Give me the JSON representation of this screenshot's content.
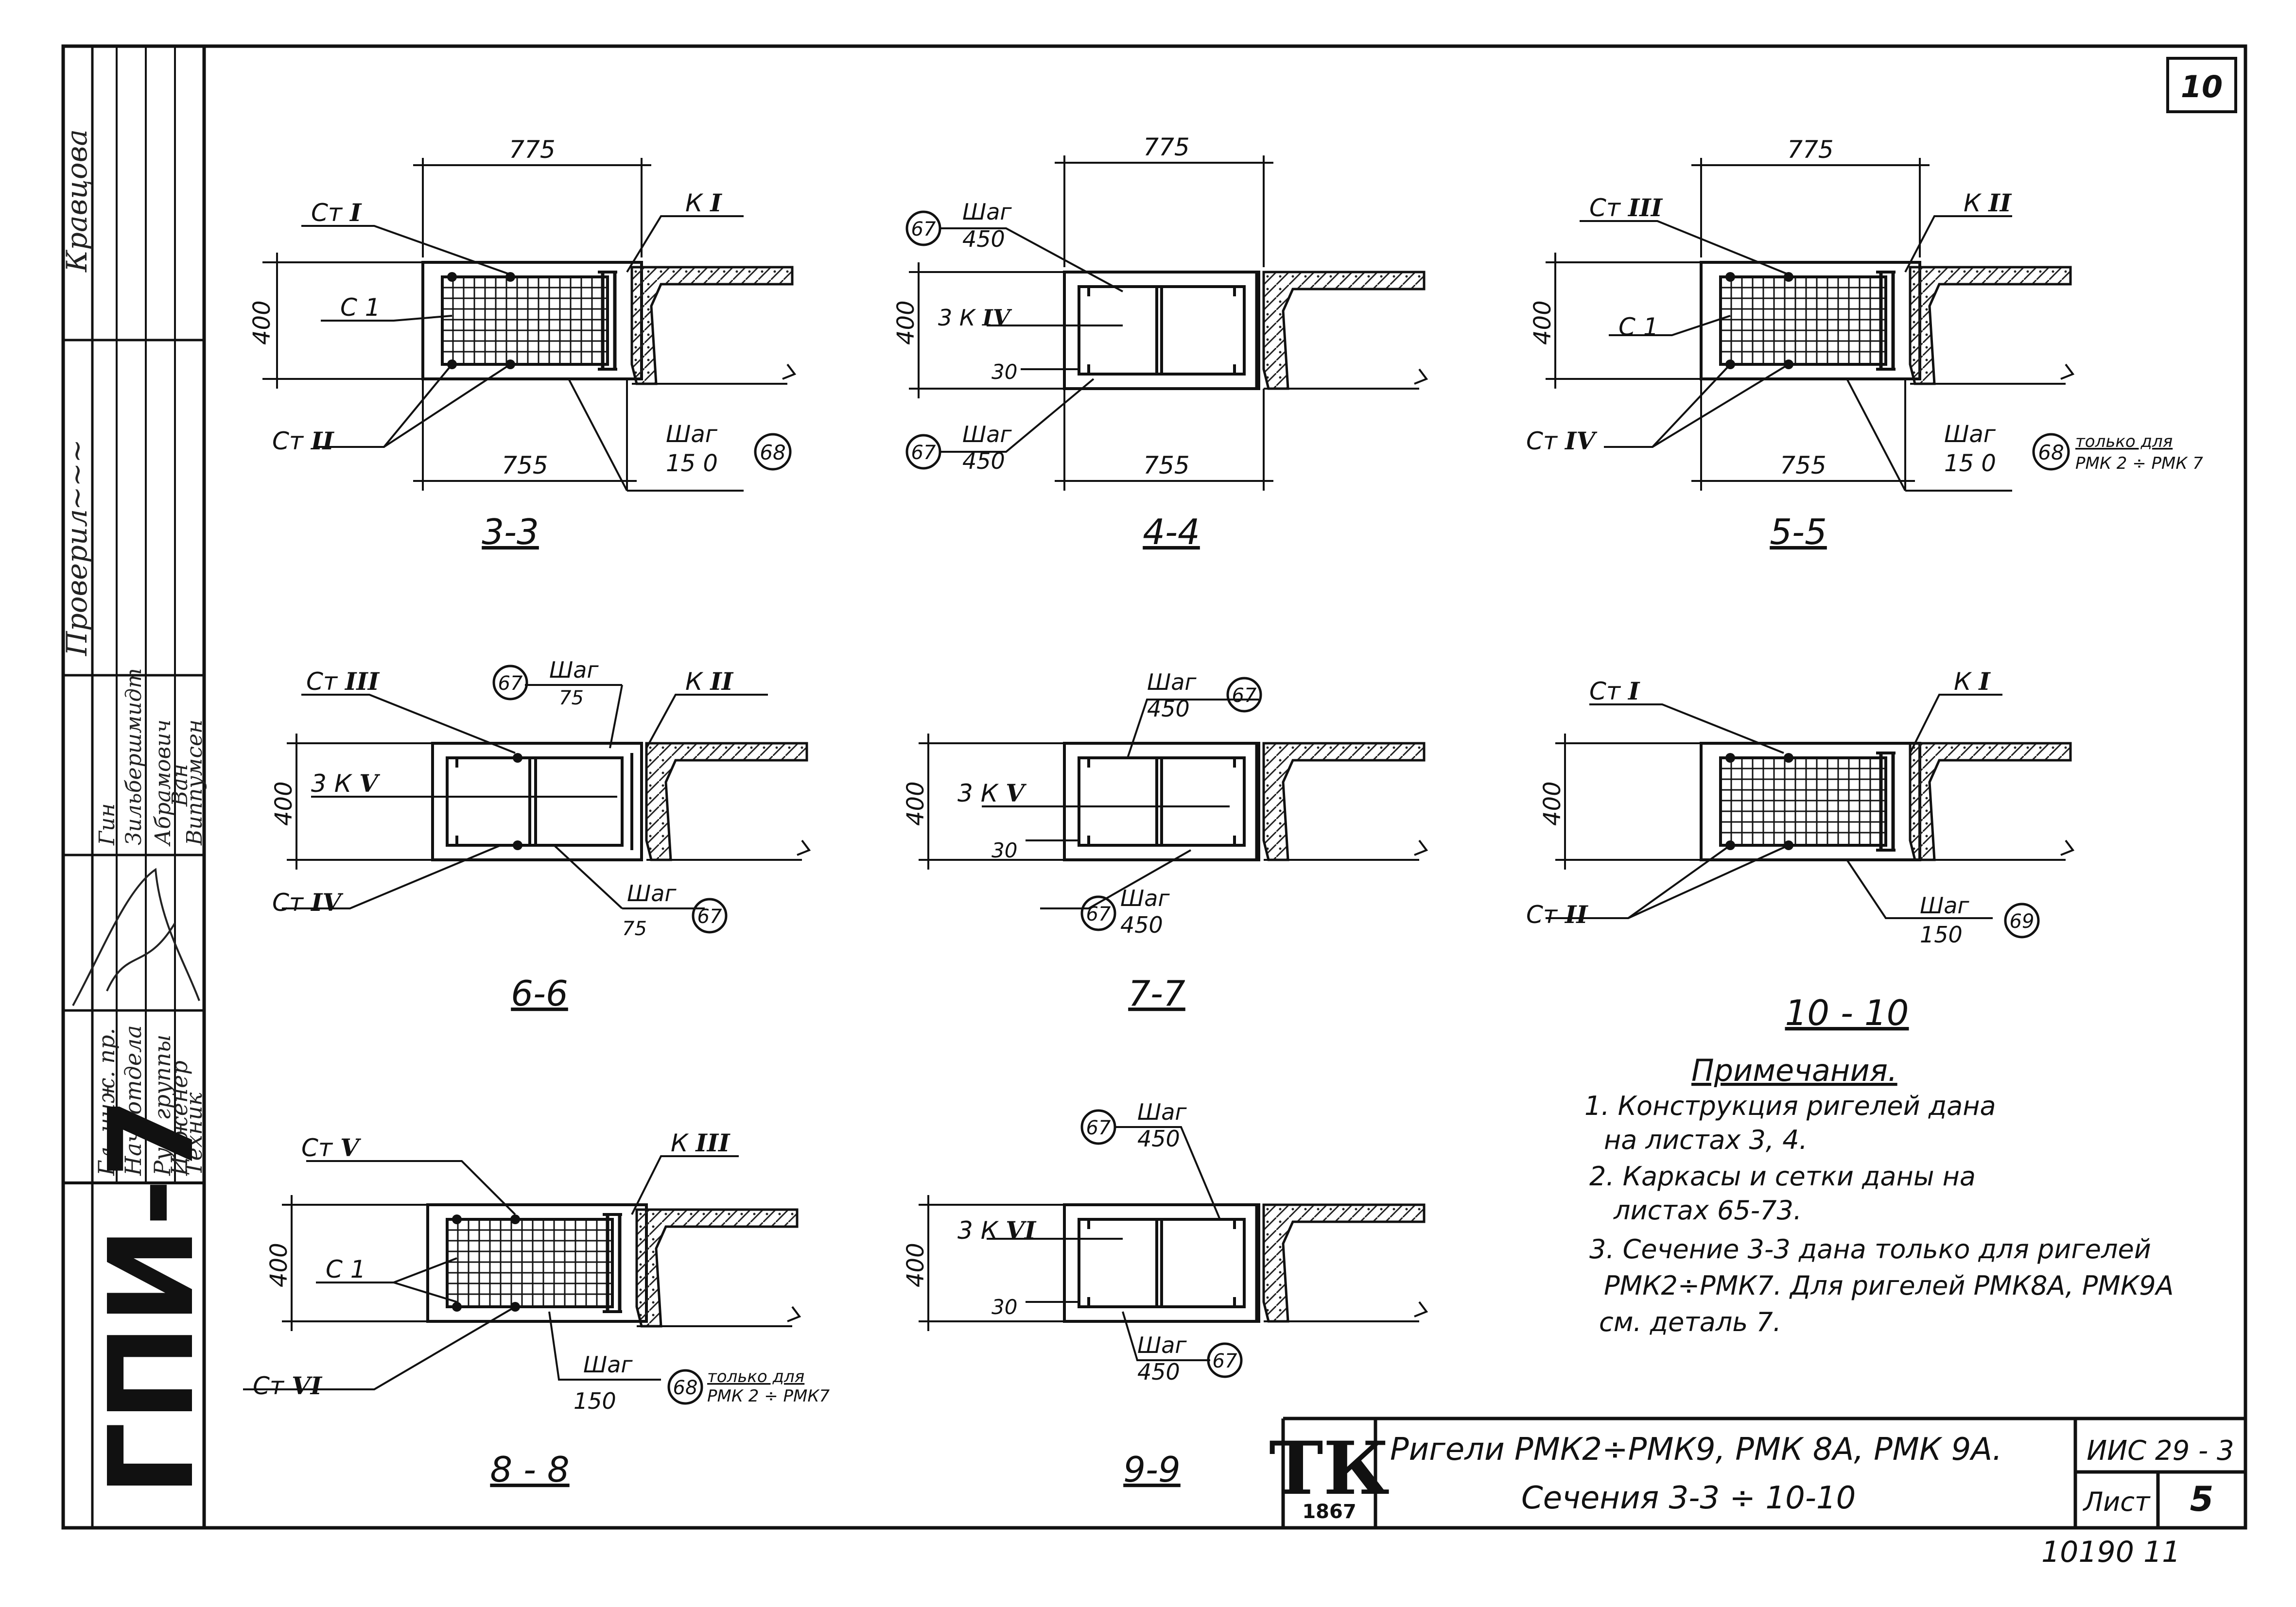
{
  "sheet": {
    "number": "10",
    "org_vertical": "ГПИ-7",
    "logo_letters": "ТК",
    "logo_year": "1867",
    "title_line1": "Ригели РМК2÷РМК9, РМК 8А, РМК 9А.",
    "title_line2": "Сечения 3-3 ÷ 10-10",
    "code": "ИИС 29 - 3",
    "sheet_label": "Лист",
    "sheet_no": "5",
    "archive": "10190   11"
  },
  "signatures": {
    "roles": [
      "Гл. инж. пр.",
      "Нач. отдела",
      "Рук. группы",
      "Инженер",
      "Техник"
    ],
    "names": [
      "Гин",
      "Зильбершмидт",
      "Абрамович",
      "Ван",
      "Виппумсен"
    ],
    "checked_label": "Проверил",
    "checked_name": "Кравцова"
  },
  "notes": {
    "title": "Примечания.",
    "items": [
      "1. Конструкция ригелей  дана",
      "на листах  3, 4.",
      "2. Каркасы и сетки  даны  на",
      "листах 65-73.",
      "3. Сечение 3-3 дана  только для ригелей",
      "РМК2÷РМК7.  Для ригелей РМК8А, РМК9А",
      "см. деталь 7."
    ]
  },
  "sections": {
    "s33": {
      "title": "3-3",
      "top": "775",
      "bottom": "755",
      "height": "400",
      "st_a": "Ст",
      "st_a_r": "I",
      "kk": "К",
      "kk_r": "I",
      "c1": "С 1",
      "st_b": "Ст",
      "st_b_r": "II",
      "shag": "Шаг",
      "shag_val": "15 0",
      "mark": "68"
    },
    "s44": {
      "title": "4-4",
      "top": "775",
      "bottom": "755",
      "height": "400",
      "shag": "Шаг",
      "shag_top": "450",
      "shag_bot": "450",
      "mark": "67",
      "kk": "3 К",
      "kk_r": "IV",
      "dim30": "30"
    },
    "s55": {
      "title": "5-5",
      "top": "775",
      "bottom": "755",
      "height": "400",
      "st_a": "Ст",
      "st_a_r": "III",
      "kk": "К",
      "kk_r": "II",
      "c1": "С 1",
      "st_b": "Ст",
      "st_b_r": "IV",
      "shag": "Шаг",
      "shag_val": "15 0",
      "mark": "68",
      "only_1": "только для",
      "only_2": "РМК 2 ÷ РМК 7"
    },
    "s66": {
      "title": "6-6",
      "height": "400",
      "st_a": "Ст",
      "st_a_r": "III",
      "kk": "К",
      "kk_r": "II",
      "frame": "3 К",
      "frame_r": "V",
      "st_b": "Ст",
      "st_b_r": "IV",
      "shag": "Шаг",
      "shag_top": "75",
      "shag_bot": "75",
      "mark": "67"
    },
    "s77": {
      "title": "7-7",
      "height": "400",
      "frame": "3 К",
      "frame_r": "V",
      "dim30": "30",
      "shag": "Шаг",
      "shag_top": "450",
      "shag_bot": "450",
      "mark": "67"
    },
    "s1010": {
      "title": "10 - 10",
      "height": "400",
      "st_a": "Ст",
      "st_a_r": "I",
      "kk": "К",
      "kk_r": "I",
      "st_b": "Ст",
      "st_b_r": "II",
      "shag": "Шаг",
      "shag_val": "150",
      "mark": "69"
    },
    "s88": {
      "title": "8 - 8",
      "height": "400",
      "st_a": "Ст",
      "st_a_r": "V",
      "kk": "К",
      "kk_r": "III",
      "c1": "С 1",
      "st_b": "Ст",
      "st_b_r": "VI",
      "shag": "Шаг",
      "shag_val": "150",
      "mark": "68",
      "only_1": "только для",
      "only_2": "РМК 2 ÷ РМК7"
    },
    "s99": {
      "title": "9-9",
      "height": "400",
      "frame": "3 К",
      "frame_r": "VI",
      "dim30": "30",
      "shag": "Шаг",
      "shag_top": "450",
      "shag_bot": "450",
      "mark": "67"
    }
  }
}
